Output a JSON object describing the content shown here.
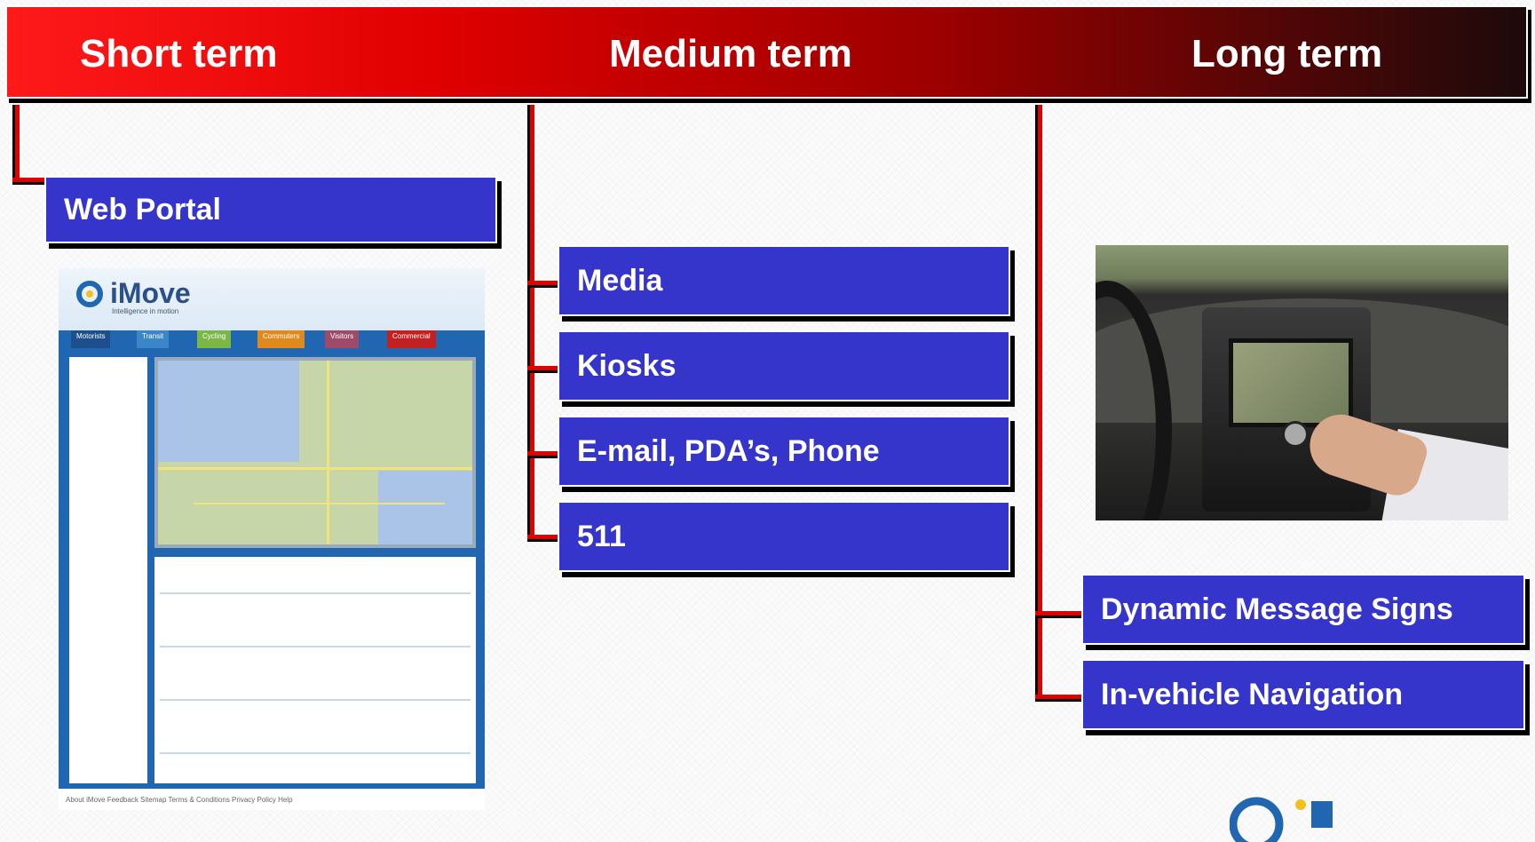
{
  "header": {
    "short_term": "Short term",
    "medium_term": "Medium term",
    "long_term": "Long term"
  },
  "short_term": {
    "items": [
      "Web Portal"
    ]
  },
  "medium_term": {
    "items": [
      "Media",
      "Kiosks",
      "E-mail, PDA’s, Phone",
      "511"
    ]
  },
  "long_term": {
    "items": [
      "Dynamic Message Signs",
      "In-vehicle Navigation"
    ]
  },
  "portal_screenshot": {
    "logo_text": "iMove",
    "tagline": "Intelligence in motion",
    "tabs": [
      "Motorists",
      "Transit",
      "Cycling",
      "Commuters",
      "Visitors",
      "Commercial"
    ],
    "footer": "About iMove   Feedback   Sitemap   Terms & Conditions   Privacy Policy   Help"
  },
  "colors": {
    "header_start": "#ff1a1a",
    "header_end": "#1c0a0a",
    "box_blue": "#3535cc",
    "connector_red": "#e00000"
  }
}
